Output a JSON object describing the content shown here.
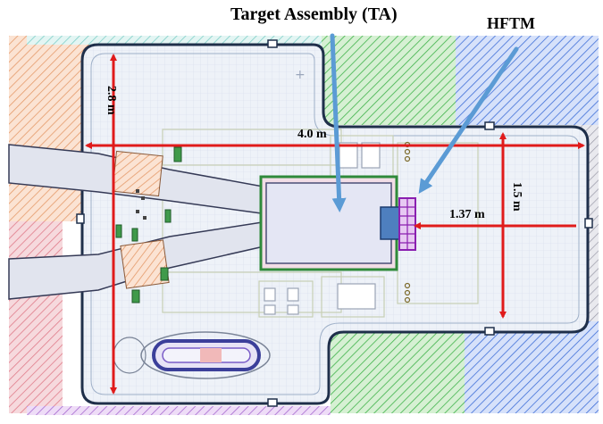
{
  "labels": {
    "target_assembly": "Target Assembly (TA)",
    "hftm": "HFTM"
  },
  "dimensions": {
    "vertical_height": "2.8 m",
    "horizontal_width": "4.0 m",
    "right_height": "1.5 m",
    "ta_to_edge": "1.37 m"
  },
  "colors": {
    "dimension_arrows": "#e01b1b",
    "pointer_arrows": "#5b9bd5",
    "floor_grid": "#dde6f2",
    "room_outline": "#1f2f4a",
    "hatch_orange": "#e59a6a",
    "hatch_green": "#3fb34a",
    "hatch_blue": "#3f6fd8",
    "hatch_purple": "#a66ad0",
    "hatch_teal": "#7fcfc8",
    "hftm_module": "#8a1fb0"
  }
}
